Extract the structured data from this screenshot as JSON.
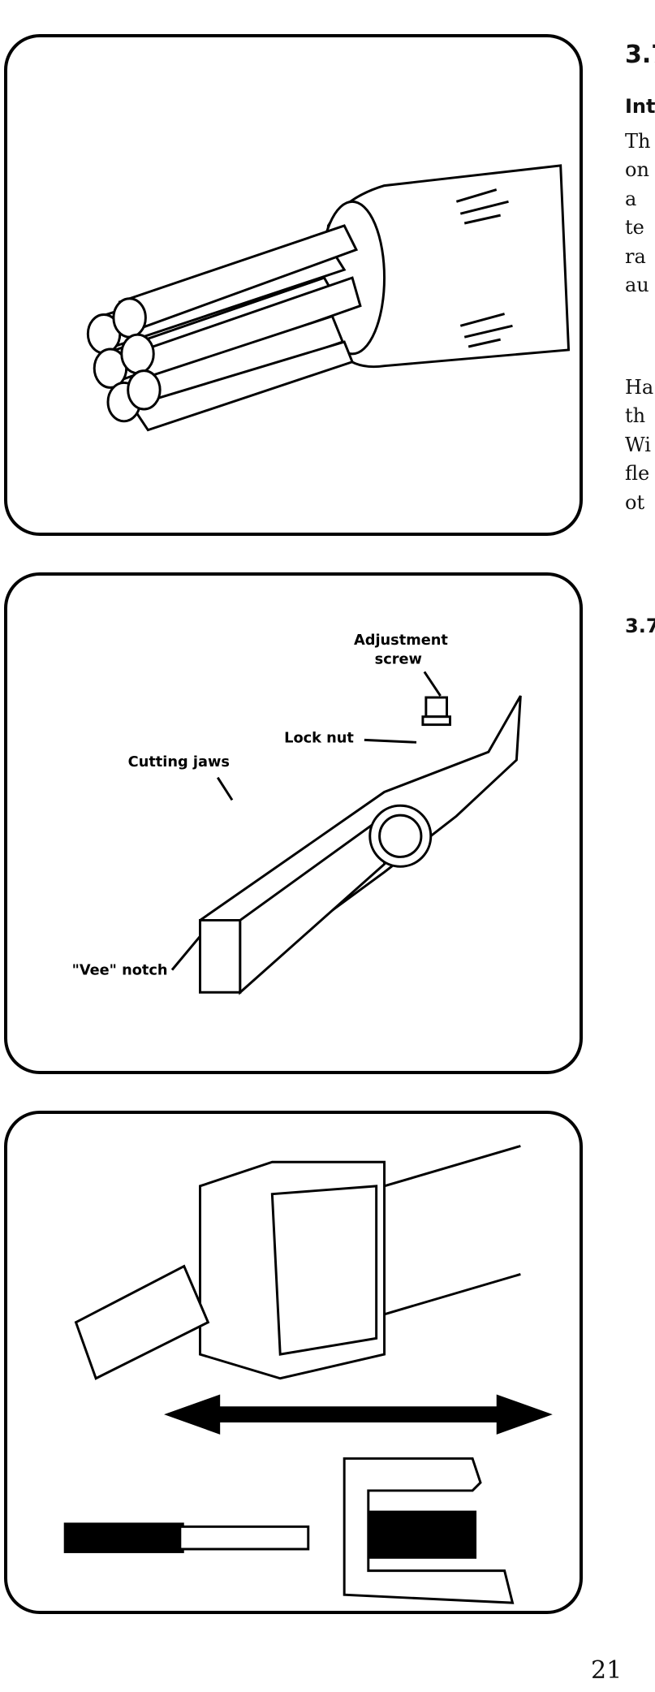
{
  "section": {
    "title": "3.7",
    "intro_heading": "Int",
    "para1_lines": [
      "Th",
      "on",
      "a",
      "te",
      "ra",
      "au"
    ],
    "para2_lines": [
      "Ha",
      "th",
      "Wi",
      "fle",
      "ot"
    ],
    "subsection_title": "3.7"
  },
  "figures": {
    "fig2_labels": {
      "adjustment": "Adjustment",
      "screw": "screw",
      "lock_nut": "Lock nut",
      "cutting_jaws": "Cutting jaws",
      "vee_notch": "\"Vee\" notch"
    }
  },
  "page_number": "21"
}
